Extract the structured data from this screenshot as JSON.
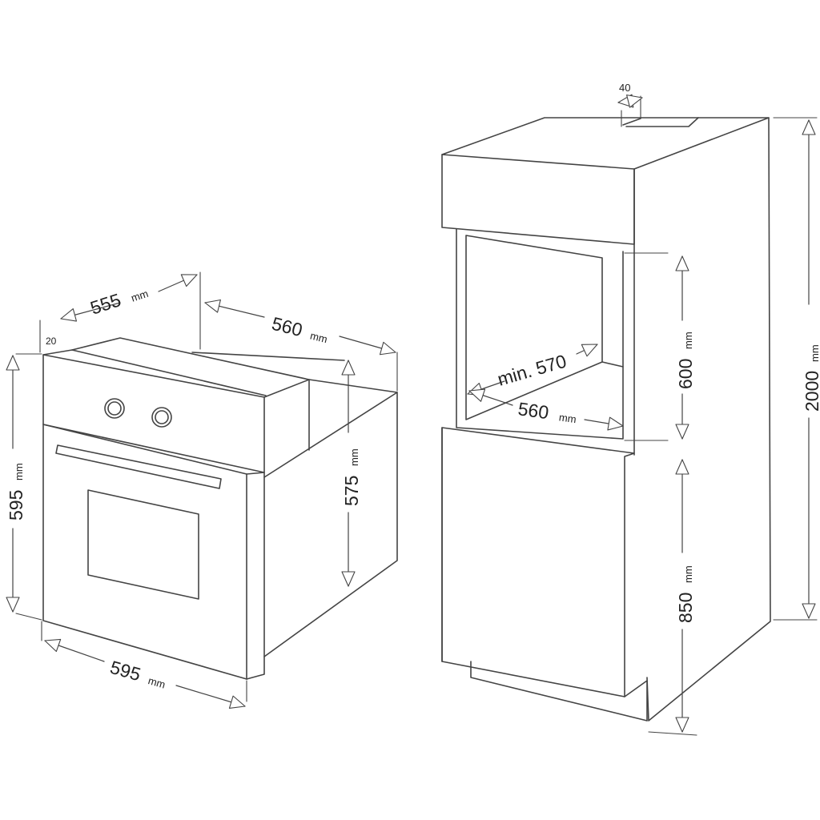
{
  "oven": {
    "depth_value": "555",
    "depth_unit": "mm",
    "width_top_value": "560",
    "width_top_unit": "mm",
    "panel_thickness": "20",
    "height_value": "595",
    "height_unit": "mm",
    "body_height_value": "575",
    "body_height_unit": "mm",
    "width_value": "595",
    "width_unit": "mm"
  },
  "cabinet": {
    "gap_value": "40",
    "min_depth_value": "min. 570",
    "niche_width_value": "560",
    "niche_width_unit": "mm",
    "niche_height_value": "600",
    "niche_height_unit": "mm",
    "lower_height_value": "850",
    "lower_height_unit": "mm",
    "total_height_value": "2000",
    "total_height_unit": "mm"
  }
}
